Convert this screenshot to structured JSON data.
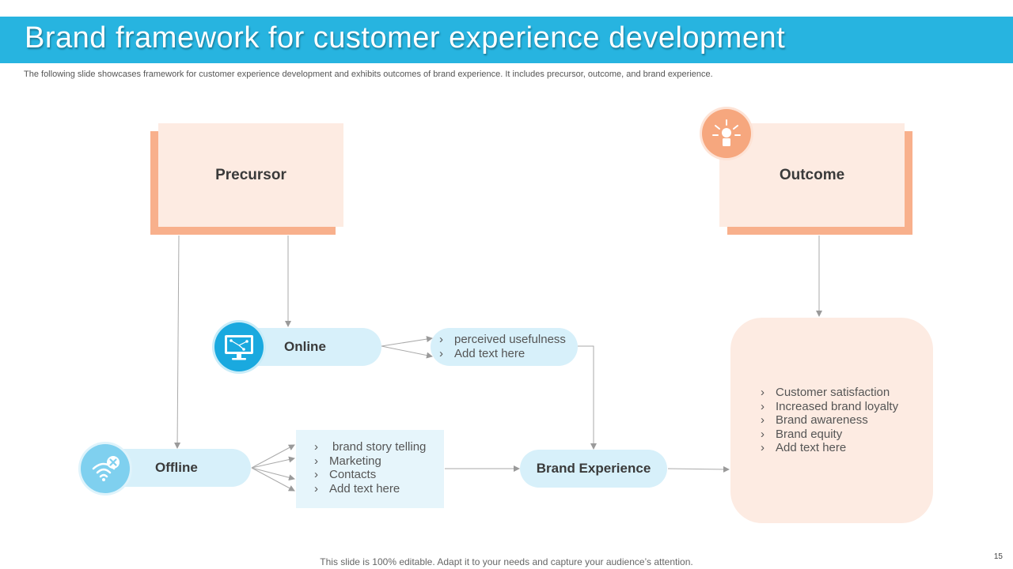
{
  "header": {
    "title": "Brand framework for customer experience development",
    "subtitle": "The following slide showcases framework for customer experience development and exhibits outcomes of brand experience. It includes precursor, outcome, and brand experience."
  },
  "nodes": {
    "precursor": "Precursor",
    "outcome": "Outcome",
    "online": "Online",
    "offline": "Offline",
    "brand_experience": "Brand Experience"
  },
  "online_points": [
    "perceived usefulness",
    "Add text here"
  ],
  "offline_points": [
    "brand story telling",
    "Marketing",
    "Contacts",
    "Add text here"
  ],
  "outcome_points": [
    "Customer satisfaction",
    "Increased brand loyalty",
    "Brand awareness",
    "Brand equity",
    "Add text here"
  ],
  "icons": {
    "outcome": "lightbulb-idea-icon",
    "online": "monitor-network-icon",
    "offline": "wifi-off-icon"
  },
  "colors": {
    "title_bar": "#27b4e0",
    "peach_accent": "#f8b08c",
    "peach_light": "#fdebe2",
    "blue_light": "#d7f0fa"
  },
  "footer": {
    "note": "This slide is 100% editable. Adapt it to your needs and capture your audience’s attention.",
    "page_number": "15"
  }
}
